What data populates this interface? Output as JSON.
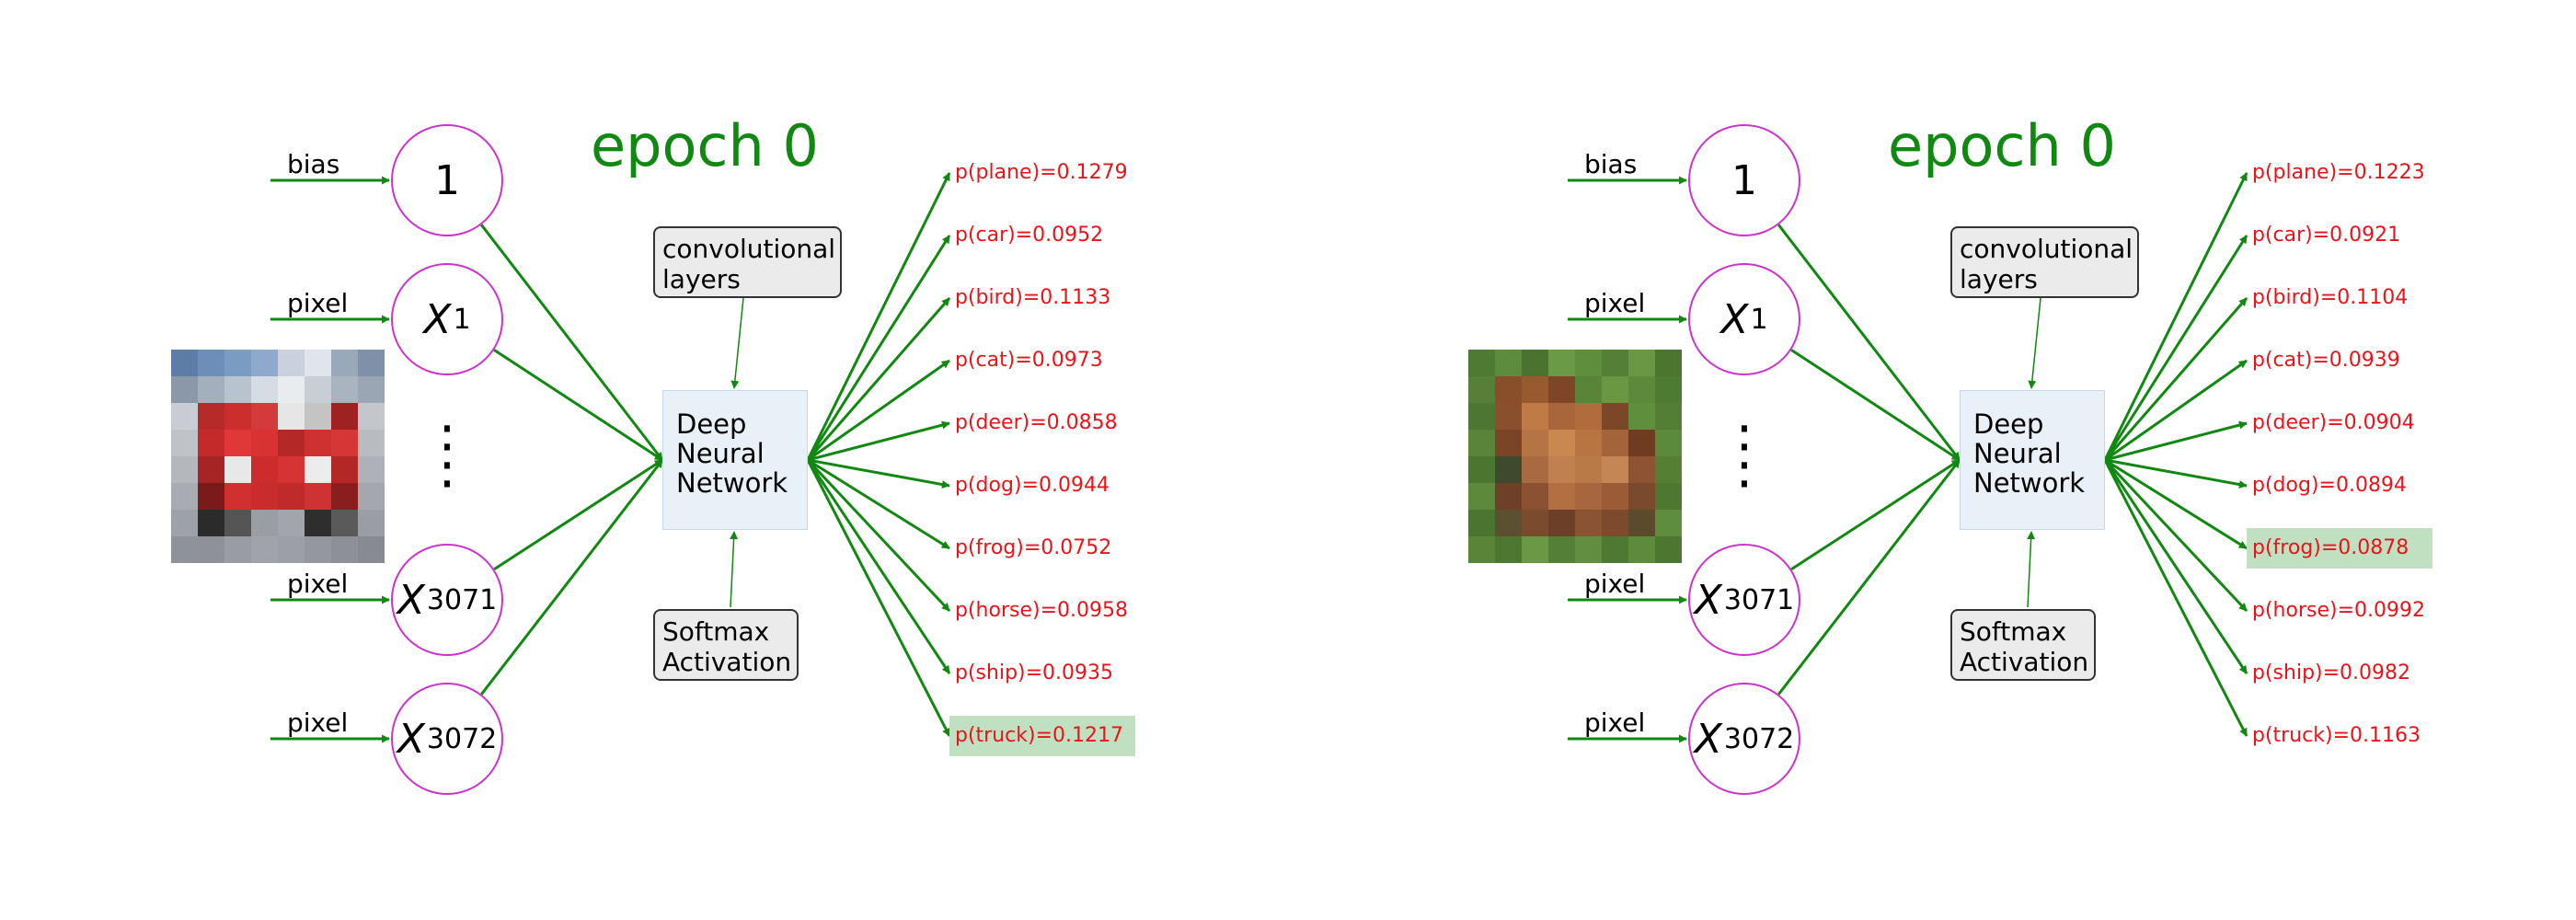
{
  "colors": {
    "arrow": "#118811",
    "node_border": "#cc33cc",
    "epoch": "#118811",
    "prob": "#e8141a",
    "highlight": "#bfe1c1"
  },
  "panels": [
    {
      "epoch": "epoch 0",
      "inputs": [
        {
          "label": "bias",
          "node": "1",
          "sub": ""
        },
        {
          "label": "pixel",
          "node": "X",
          "sub": "1"
        },
        {
          "label": "pixel",
          "node": "X",
          "sub": "3071"
        },
        {
          "label": "pixel",
          "node": "X",
          "sub": "3072"
        }
      ],
      "conv_box": [
        "convolutional",
        "layers"
      ],
      "dnn_box": [
        "Deep",
        "Neural",
        "Network"
      ],
      "softmax_box": [
        "Softmax",
        "Activation"
      ],
      "image_icon": "fire-truck-image",
      "probabilities": [
        "p(plane)=0.1279",
        "p(car)=0.0952",
        "p(bird)=0.1133",
        "p(cat)=0.0973",
        "p(deer)=0.0858",
        "p(dog)=0.0944",
        "p(frog)=0.0752",
        "p(horse)=0.0958",
        "p(ship)=0.0935",
        "p(truck)=0.1217"
      ],
      "highlight_index": 9
    },
    {
      "epoch": "epoch 0",
      "inputs": [
        {
          "label": "bias",
          "node": "1",
          "sub": ""
        },
        {
          "label": "pixel",
          "node": "X",
          "sub": "1"
        },
        {
          "label": "pixel",
          "node": "X",
          "sub": "3071"
        },
        {
          "label": "pixel",
          "node": "X",
          "sub": "3072"
        }
      ],
      "conv_box": [
        "convolutional",
        "layers"
      ],
      "dnn_box": [
        "Deep",
        "Neural",
        "Network"
      ],
      "softmax_box": [
        "Softmax",
        "Activation"
      ],
      "image_icon": "frog-image",
      "probabilities": [
        "p(plane)=0.1223",
        "p(car)=0.0921",
        "p(bird)=0.1104",
        "p(cat)=0.0939",
        "p(deer)=0.0904",
        "p(dog)=0.0894",
        "p(frog)=0.0878",
        "p(horse)=0.0992",
        "p(ship)=0.0982",
        "p(truck)=0.1163"
      ],
      "highlight_index": 6
    }
  ]
}
